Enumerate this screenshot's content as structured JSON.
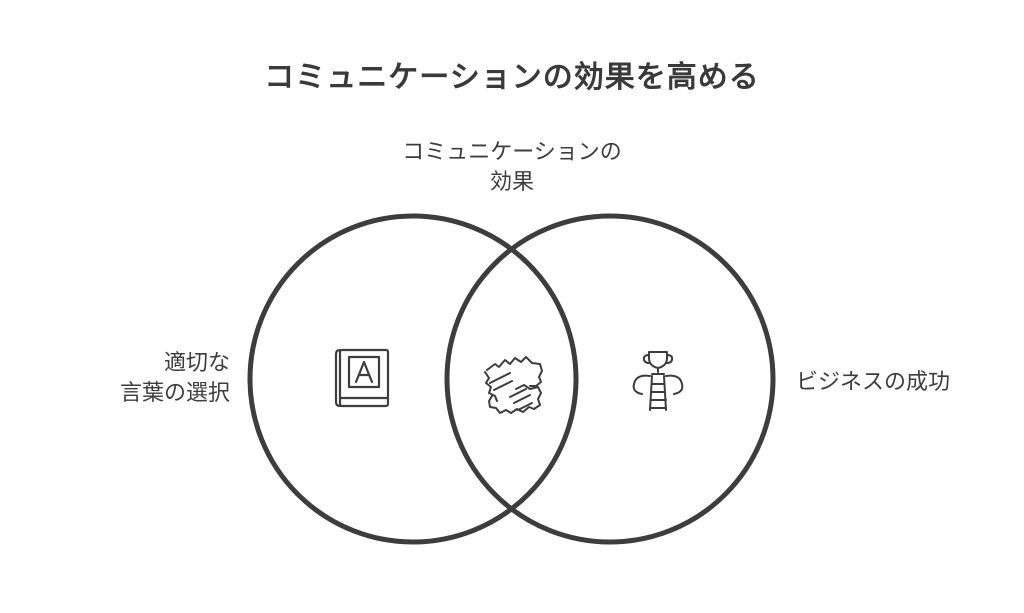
{
  "title": "コミュニケーションの効果を高める",
  "labels": {
    "intersection_line1": "コミュニケーションの",
    "intersection_line2": "効果",
    "left_line1": "適切な",
    "left_line2": "言葉の選択",
    "right": "ビジネスの成功"
  },
  "icons": {
    "left": "book-icon",
    "center": "fist-bump-icon",
    "right": "trophy-ladder-icon"
  },
  "colors": {
    "stroke": "#3d3d3d",
    "background": "#ffffff"
  }
}
